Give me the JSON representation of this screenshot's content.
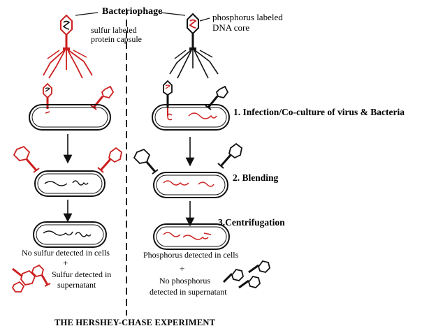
{
  "labels": {
    "bacteriophage": "Bacteriophage",
    "sulfur_labeled_line1": "sulfur labeled",
    "sulfur_labeled_line2": "protein capsule",
    "phosphorus_labeled_line1": "phosphorus labeled",
    "phosphorus_labeled_line2": "DNA core",
    "step1_num": "1. Infection",
    "step1_rest": "/Co-culture of virus & Bacteria",
    "step2": "2. Blending",
    "step3": "3.Centrifugation",
    "left_result_cells": "No sulfur detected in cells",
    "left_plus": "+",
    "left_result_super_line1": "Sulfur detected in",
    "left_result_super_line2": "supernatant",
    "right_result_cells": "Phosphorus detected in cells",
    "right_plus": "+",
    "right_result_super_line1": "No phosphorus",
    "right_result_super_line2": "detected in supernatant",
    "title": "THE HERSHEY-CHASE  EXPERIMENT"
  },
  "colors": {
    "sulfur_label": "#cc1f1f",
    "phosphorus_label": "#cc1f1f",
    "outline": "#1a1a1a",
    "divider": "#222222"
  }
}
